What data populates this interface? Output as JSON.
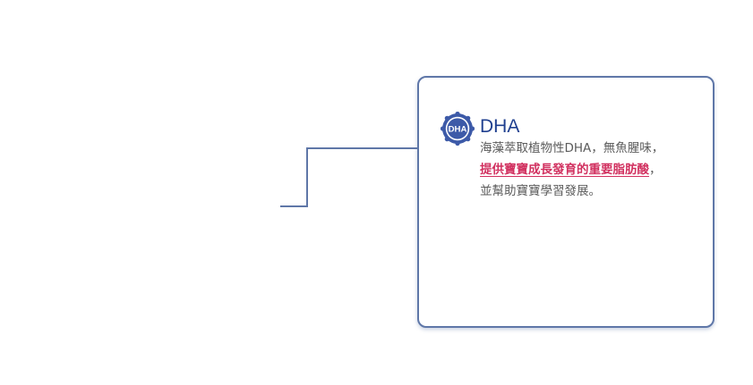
{
  "connector": {
    "color": "#5f77a8"
  },
  "card": {
    "border_color": "#5f77a8",
    "badge": {
      "icon": "dha-badge-icon",
      "text": "DHA",
      "color": "#3d5aa8"
    },
    "title": "DHA",
    "title_color": "#1f3f8f",
    "lines": {
      "line1": "海藻萃取植物性DHA，無魚腥味，",
      "line2_highlight": "提供寶寶成長發育的重要脂肪酸",
      "line2_suffix": "，",
      "line3": "並幫助寶寶學習發展。"
    },
    "highlight_color": "#d1305f",
    "text_color": "#5b5b5b"
  }
}
